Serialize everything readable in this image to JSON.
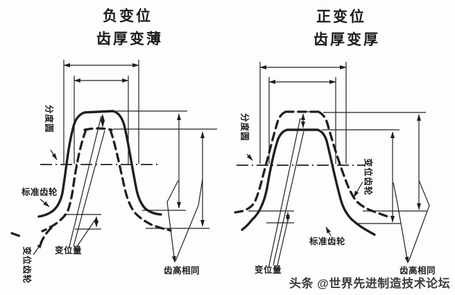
{
  "figure": {
    "left": {
      "title": "负变位",
      "subtitle": "齿厚变薄",
      "labels": {
        "pitch_circle": "分度圆",
        "standard_gear": "标准齿轮",
        "modified_gear": "变位齿轮",
        "modification_amount": "变位量",
        "same_tooth_height": "齿高相同"
      }
    },
    "right": {
      "title": "正变位",
      "subtitle": "齿厚变厚",
      "labels": {
        "pitch_circle": "分度圆",
        "standard_gear": "标准齿轮",
        "modified_gear": "变位齿轮",
        "modification_amount": "变位量",
        "same_tooth_height": "齿高相同"
      }
    },
    "watermark": "头条 @世界先进制造技术论坛",
    "colors": {
      "line": "#1f1f1f",
      "watermark": "#3c3c3c",
      "background": "#fdfdfd"
    }
  }
}
